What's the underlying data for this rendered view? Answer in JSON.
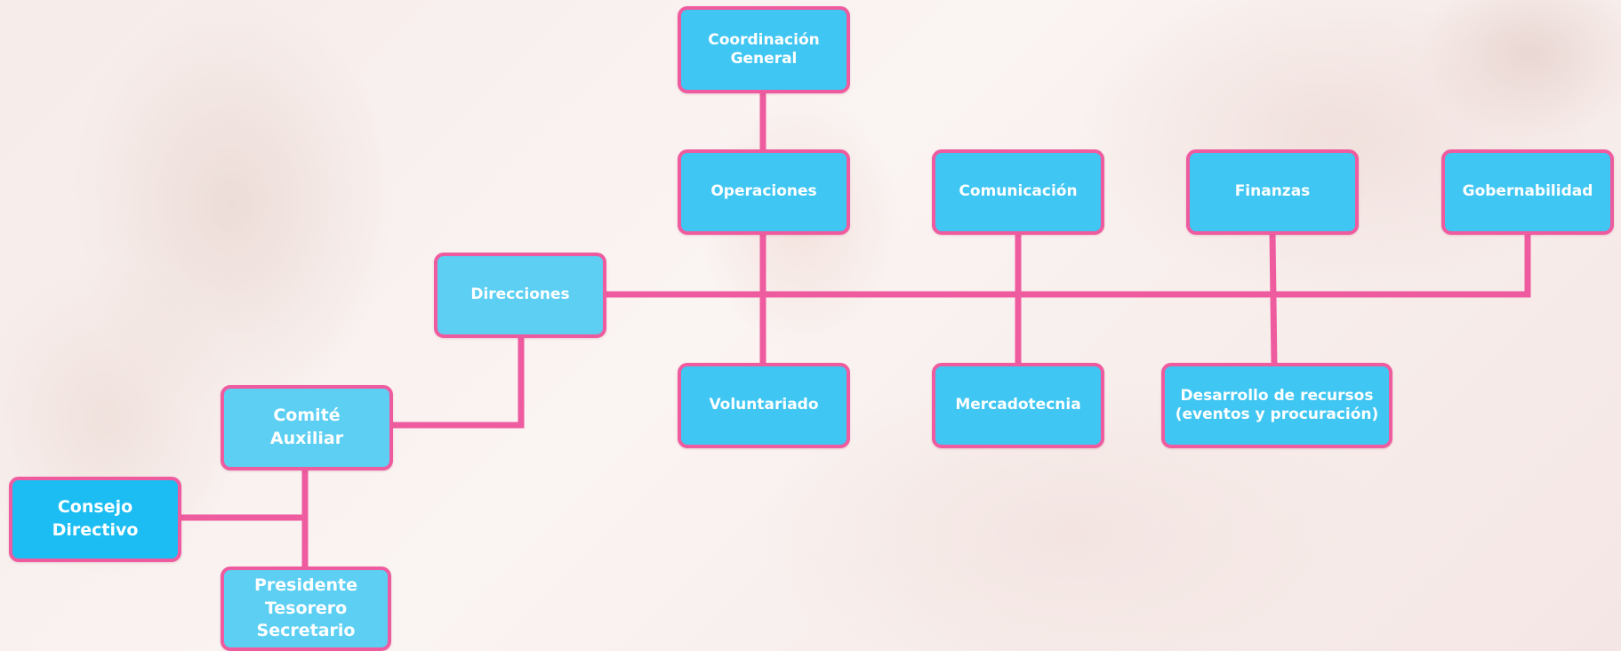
{
  "diagram": {
    "colors": {
      "box_fill": "#40c6f2",
      "box_fill_light": "#5ccff3",
      "box_fill_dark": "#1bbdf2",
      "box_border": "#ef5b9f",
      "connector": "#ef5b9f",
      "text": "#ffffff"
    },
    "nodes": {
      "coordinacion_general": "Coordinación\nGeneral",
      "operaciones": "Operaciones",
      "comunicacion": "Comunicación",
      "finanzas": "Finanzas",
      "gobernabilidad": "Gobernabilidad",
      "direcciones": "Direcciones",
      "voluntariado": "Voluntariado",
      "mercadotecnia": "Mercadotecnia",
      "desarrollo_recursos": "Desarrollo de recursos\n(eventos y procuración)",
      "comite_auxiliar": "Comité\nAuxiliar",
      "consejo_directivo": "Consejo\nDirectivo",
      "presidente_tesorero_secretario": "Presidente\nTesorero\nSecretario"
    }
  }
}
